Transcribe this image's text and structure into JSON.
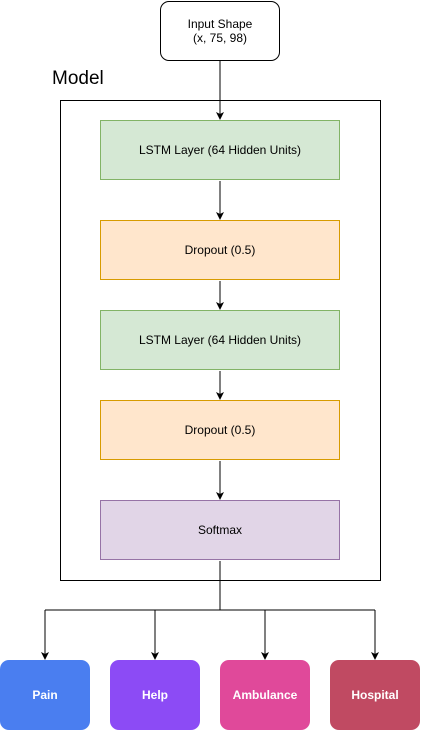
{
  "input": {
    "line1": "Input Shape",
    "line2": "(x, 75, 98)"
  },
  "model": {
    "label": "Model"
  },
  "layers": [
    "LSTM Layer (64 Hidden Units)",
    "Dropout (0.5)",
    "LSTM Layer (64 Hidden Units)",
    "Dropout (0.5)",
    "Softmax"
  ],
  "outputs": [
    {
      "label": "Pain",
      "color": "#4a7ef0"
    },
    {
      "label": "Help",
      "color": "#8c4bf5"
    },
    {
      "label": "Ambulance",
      "color": "#e0499a"
    },
    {
      "label": "Hospital",
      "color": "#c04a62"
    }
  ],
  "colors": {
    "lstm_fill": "#d5e8d4",
    "dropout_fill": "#ffe6cc",
    "softmax_fill": "#e1d5e7"
  }
}
